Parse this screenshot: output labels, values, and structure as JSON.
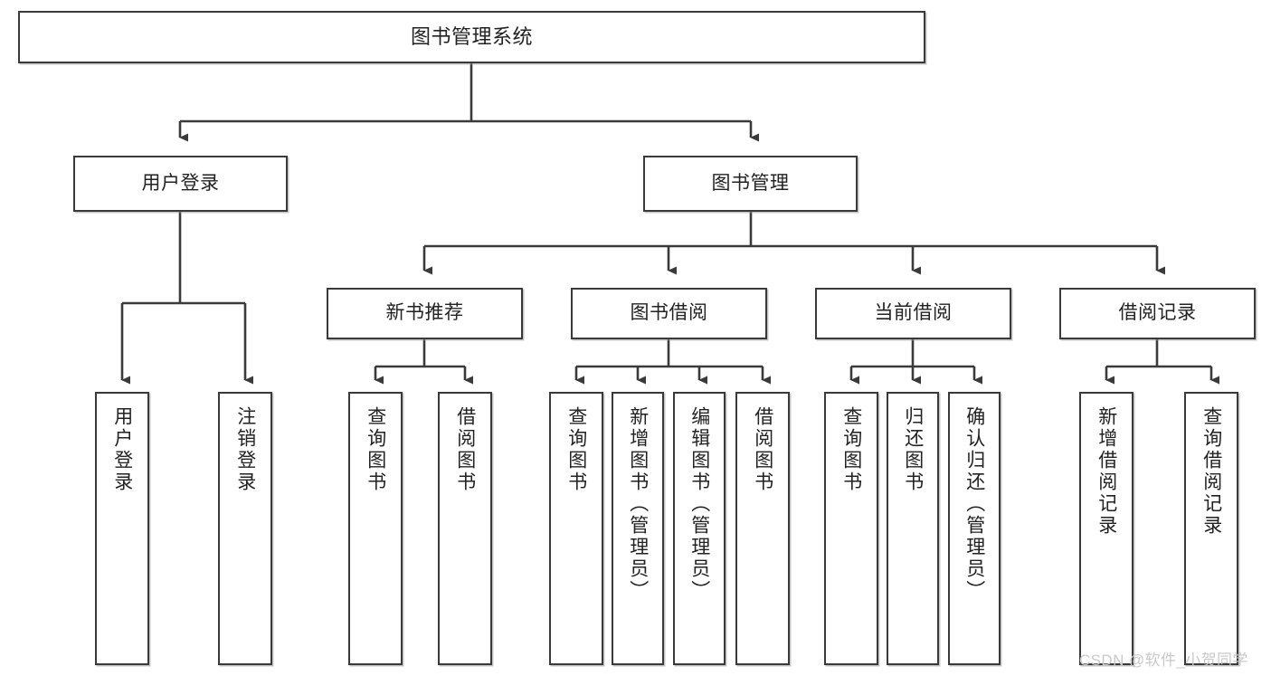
{
  "diagram": {
    "title": "图书管理系统",
    "type": "functional-structure-tree",
    "root": {
      "id": "root",
      "label": "图书管理系统"
    },
    "level1": [
      {
        "id": "user-login",
        "label": "用户登录"
      },
      {
        "id": "book-manage",
        "label": "图书管理"
      }
    ],
    "level2": [
      {
        "id": "new-book-recommend",
        "label": "新书推荐",
        "parent": "book-manage"
      },
      {
        "id": "book-borrow",
        "label": "图书借阅",
        "parent": "book-manage"
      },
      {
        "id": "current-borrow",
        "label": "当前借阅",
        "parent": "book-manage"
      },
      {
        "id": "borrow-record",
        "label": "借阅记录",
        "parent": "book-manage"
      }
    ],
    "leaves": [
      {
        "id": "leaf-user-login",
        "label": "用户登录",
        "parent": "user-login"
      },
      {
        "id": "leaf-user-logout",
        "label": "注销登录",
        "parent": "user-login"
      },
      {
        "id": "leaf-query-book-1",
        "label": "查询图书",
        "parent": "new-book-recommend"
      },
      {
        "id": "leaf-borrow-book-1",
        "label": "借阅图书",
        "parent": "new-book-recommend"
      },
      {
        "id": "leaf-query-book-2",
        "label": "查询图书",
        "parent": "book-borrow"
      },
      {
        "id": "leaf-add-book",
        "label": "新增图书（管理员）",
        "parent": "book-borrow"
      },
      {
        "id": "leaf-edit-book",
        "label": "编辑图书（管理员）",
        "parent": "book-borrow"
      },
      {
        "id": "leaf-borrow-book-2",
        "label": "借阅图书",
        "parent": "book-borrow"
      },
      {
        "id": "leaf-query-book-3",
        "label": "查询图书",
        "parent": "current-borrow"
      },
      {
        "id": "leaf-return-book",
        "label": "归还图书",
        "parent": "current-borrow"
      },
      {
        "id": "leaf-confirm-return",
        "label": "确认归还（管理员）",
        "parent": "current-borrow"
      },
      {
        "id": "leaf-add-record",
        "label": "新增借阅记录",
        "parent": "borrow-record"
      },
      {
        "id": "leaf-query-record",
        "label": "查询借阅记录",
        "parent": "borrow-record"
      }
    ]
  },
  "watermark": {
    "text": "CSDN @软件_小贺同学"
  },
  "colors": {
    "stroke": "#3a3a3a",
    "text": "#222222",
    "background": "#ffffff",
    "watermark": "#c9c9c9"
  }
}
